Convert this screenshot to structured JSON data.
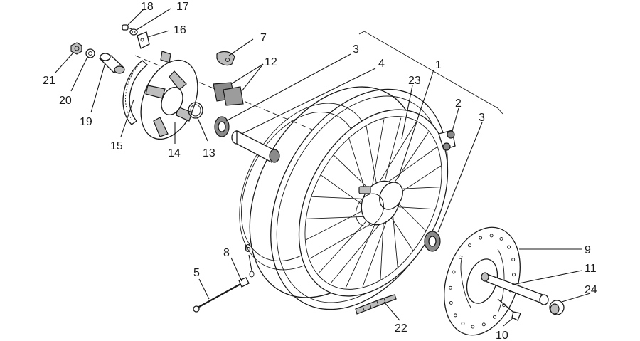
{
  "labels": {
    "p1": "1",
    "p2": "2",
    "p3a": "3",
    "p3b": "3",
    "p4": "4",
    "p5": "5",
    "p6": "6",
    "p7": "7",
    "p8": "8",
    "p9": "9",
    "p10": "10",
    "p11": "11",
    "p12": "12",
    "p13": "13",
    "p14": "14",
    "p15": "15",
    "p16": "16",
    "p17": "17",
    "p18": "18",
    "p19": "19",
    "p20": "20",
    "p21": "21",
    "p22": "22",
    "p23": "23",
    "p24": "24"
  },
  "colors": {
    "ink": "#1a1a1a",
    "shade": "#bdbdbd",
    "dark_shade": "#8a8a8a"
  }
}
